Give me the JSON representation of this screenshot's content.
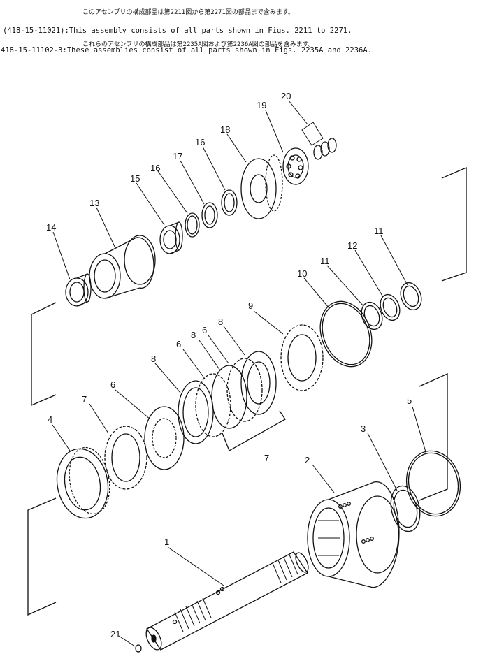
{
  "notes": [
    {
      "code": "",
      "jp": "このアセンブリの構成部品は第2211図から第2271図の部品まで含みます。",
      "en": ""
    },
    {
      "code": "(418-15-11021):",
      "jp": "",
      "en": "This assembly consists of all parts shown in Figs. 2211 to 2271."
    },
    {
      "code": "",
      "jp": "これらのアセンブリの構成部品は第2235A図および第2236A図の部品を含みます。",
      "en": ""
    },
    {
      "code": "418-15-11102-3:",
      "jp": "",
      "en": "These assemblies consist of all parts shown in Figs. 2235A and 2236A."
    }
  ],
  "callouts": [
    "1",
    "2",
    "3",
    "4",
    "5",
    "6",
    "6",
    "6",
    "7",
    "7",
    "8",
    "8",
    "8",
    "9",
    "10",
    "11",
    "11",
    "12",
    "13",
    "14",
    "15",
    "16",
    "16",
    "17",
    "18",
    "19",
    "20",
    "21"
  ],
  "colors": {
    "ink": "#111111",
    "paper": "#ffffff"
  }
}
